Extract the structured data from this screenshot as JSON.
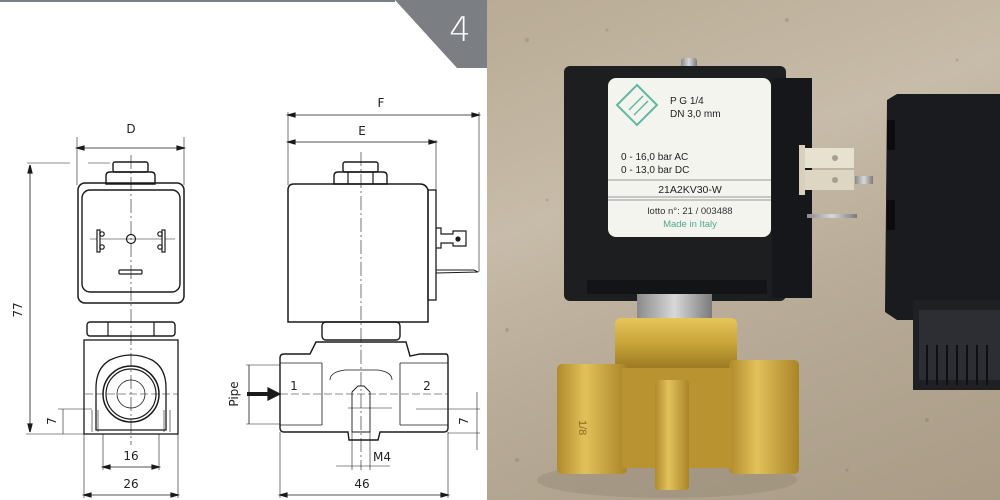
{
  "badge": {
    "number": "4",
    "color": "#7b7f84"
  },
  "drawing": {
    "front_view": {
      "dim_width_top": "D",
      "dim_height": "77",
      "dim_port_offset": "7",
      "dim_inner": "16",
      "dim_base": "26"
    },
    "side_view": {
      "dim_overall": "F",
      "dim_body": "E",
      "pipe_label": "Pipe",
      "port_in": "1",
      "port_out": "2",
      "dim_thread": "M4",
      "dim_length": "46",
      "dim_port_offset": "7"
    }
  },
  "photo": {
    "label": {
      "line1": "P   G 1/4",
      "line2": "DN  3,0  mm",
      "line3": "0  -  16,0  bar  AC",
      "line4": "0  -  13,0  bar  DC",
      "model": "21A2KV30-W",
      "lot": "lotto n°: 21 / 003488",
      "origin": "Made in Italy"
    },
    "colors": {
      "coil": "#1d1e20",
      "brass": "#c9a53a",
      "label_bg": "#f4f4ef",
      "logo": "#5fb8a0"
    }
  }
}
